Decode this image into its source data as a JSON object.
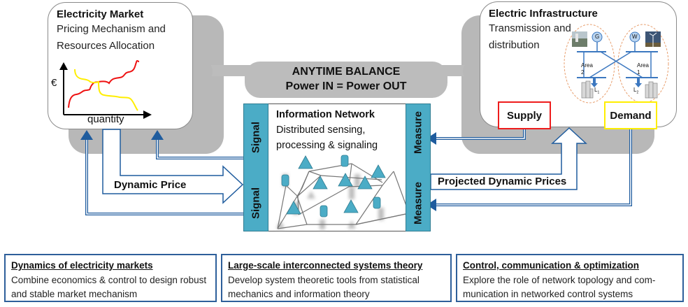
{
  "market": {
    "title": "Electricity Market",
    "subtitle_line1": "Pricing Mechanism and",
    "subtitle_line2": "Resources Allocation",
    "chart": {
      "y_symbol": "€",
      "x_label": "quantity",
      "supply_curve_color": "#ee1111",
      "demand_curve_color": "#ffee00"
    }
  },
  "infrastructure": {
    "title": "Electric Infrastructure",
    "subtitle_line1": "Transmission and",
    "subtitle_line2": "distribution",
    "grid": {
      "generator_label": "G",
      "wind_label": "W",
      "area_left_label": "Area",
      "area_left_num": "2",
      "area_right_label": "Area",
      "area_right_num": "1",
      "load_left": "L",
      "load_left_sub": "1",
      "load_right": "L",
      "load_right_sub": "2"
    },
    "supply_label": "Supply",
    "demand_label": "Demand",
    "supply_border_color": "#ee1c1c",
    "demand_border_color": "#ffee00"
  },
  "balance": {
    "line1": "ANYTIME BALANCE",
    "line2": "Power IN = Power OUT"
  },
  "info_network": {
    "title": "Information Network",
    "subtitle_line1": "Distributed sensing,",
    "subtitle_line2": "processing & signaling",
    "left_labels": [
      "Signal",
      "Signal"
    ],
    "right_labels": [
      "Measure",
      "Measure"
    ],
    "accent_color": "#4bacc6"
  },
  "arrows": {
    "dynamic_price": "Dynamic Price",
    "projected_dynamic_prices": "Projected Dynamic Prices",
    "arrow_color": "#1f5c9e"
  },
  "research_areas": [
    {
      "title": "Dynamics of electricity markets",
      "line1": "Combine economics & control to design robust",
      "line2": "and stable market mechanism"
    },
    {
      "title": "Large-scale interconnected systems theory",
      "line1": "Develop system theoretic tools from statistical",
      "line2": "mechanics and information theory"
    },
    {
      "title": "Control, communication & optimization",
      "line1": "Explore the role of network topology and com-",
      "line2": "munication in networked control systems"
    }
  ]
}
